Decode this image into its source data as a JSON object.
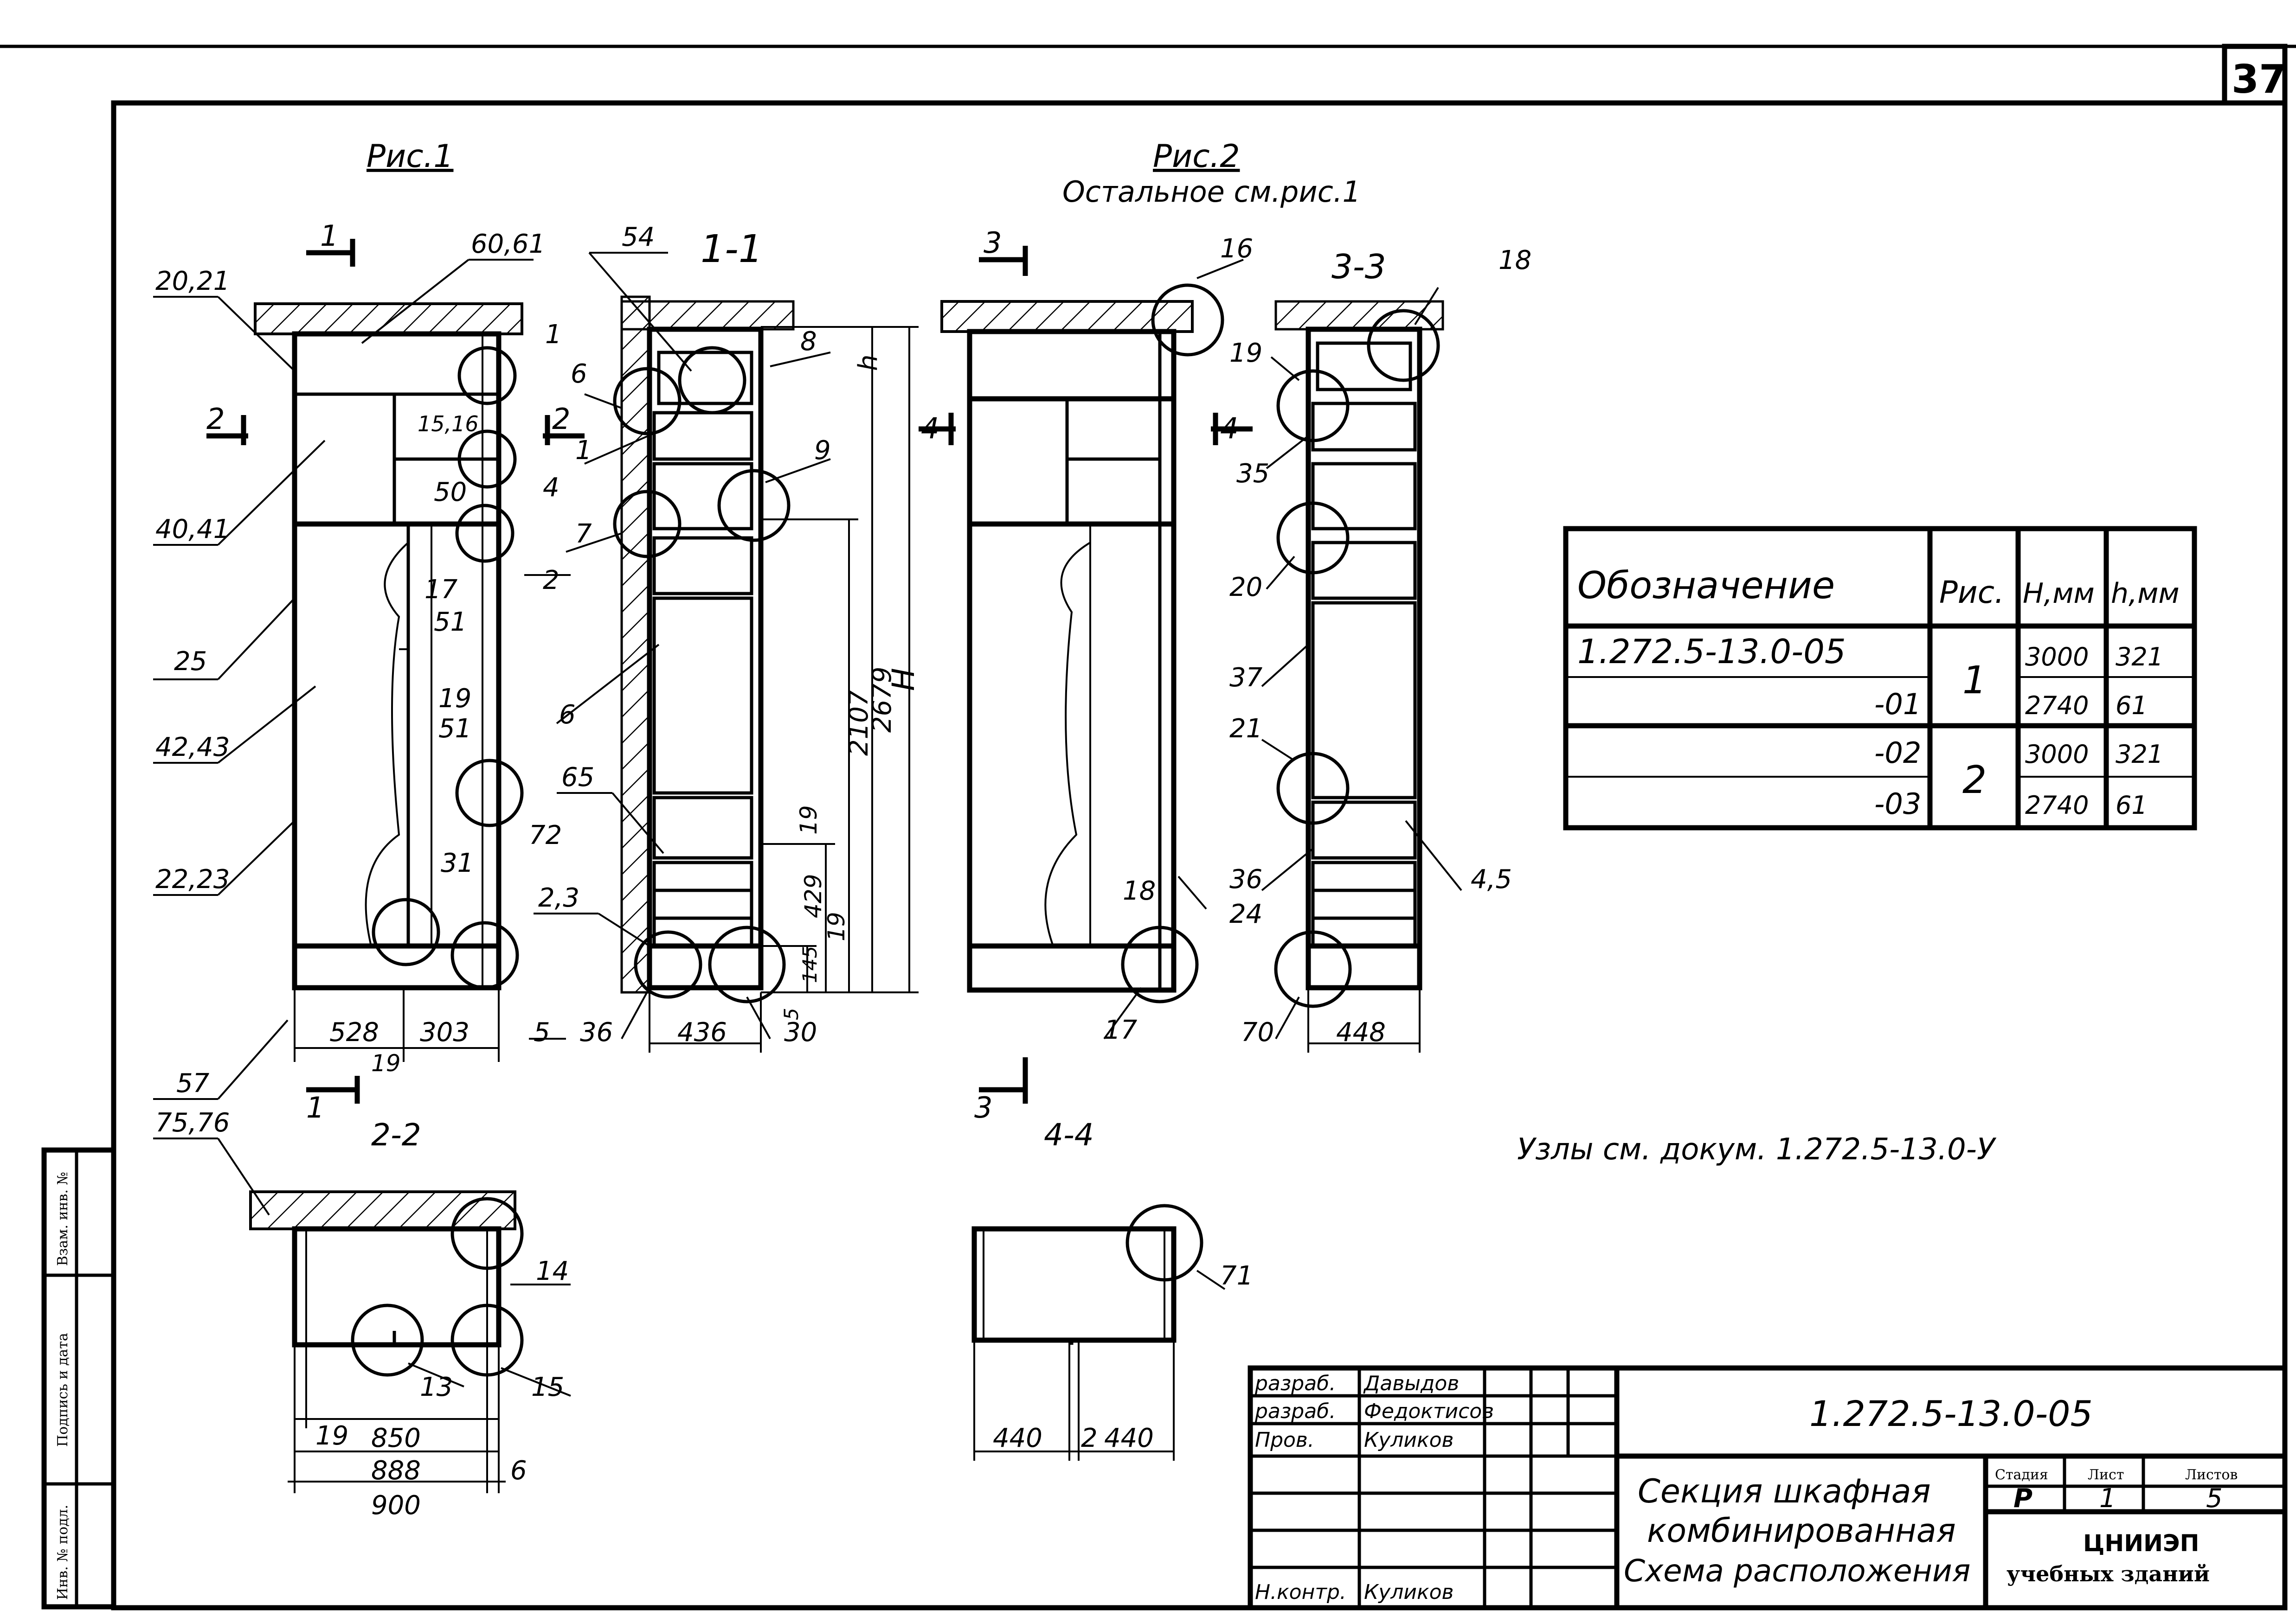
{
  "sheet": {
    "number": "37",
    "fig1_title": "Рис.1",
    "fig2_title": "Рис.2",
    "fig2_note": "Остальное см.рис.1",
    "nodes_note": "Узлы см. докум. 1.272.5-13.0-У"
  },
  "sections": {
    "s11": "1-1",
    "s22": "2-2",
    "s33": "3-3",
    "s44": "4-4",
    "cut1": "1",
    "cut2": "2",
    "cut3": "3",
    "cut4": "4"
  },
  "fig1_labels": {
    "l2021": "20,21",
    "l6061": "60,61",
    "l1": "1",
    "l1516": "15,16",
    "l50": "50",
    "l4": "4",
    "l4041": "40,41",
    "l2": "2",
    "l17": "17",
    "l51a": "51",
    "l25": "25",
    "l19": "19",
    "l51b": "51",
    "l4243": "42,43",
    "l72": "72",
    "l31": "31",
    "l2223": "22,23",
    "l5": "5",
    "l57": "57",
    "d528": "528",
    "d303": "303",
    "d19": "19"
  },
  "sec11_labels": {
    "l54": "54",
    "l8": "8",
    "l6a": "6",
    "l1": "1",
    "l9": "9",
    "l7": "7",
    "l6b": "6",
    "l65": "65",
    "l23": "2,3",
    "l36": "36",
    "l30": "30",
    "d436": "436",
    "dh": "h",
    "dH": "H",
    "d2107": "2107",
    "d2679": "2679",
    "d19a": "19",
    "d429": "429",
    "d19b": "19",
    "d145": "145",
    "d5": "5"
  },
  "fig2_labels": {
    "l16": "16",
    "l18": "18",
    "l17": "17",
    "l24": "24"
  },
  "sec33_labels": {
    "l18": "18",
    "l19": "19",
    "l35": "35",
    "l20": "20",
    "l37": "37",
    "l21": "21",
    "l36": "36",
    "l24": "24",
    "l45": "4,5",
    "l70": "70",
    "d448": "448"
  },
  "sec22_labels": {
    "l7576": "75,76",
    "l14": "14",
    "l13": "13",
    "l15": "15",
    "d19": "19",
    "d850": "850",
    "d888": "888",
    "d6": "6",
    "d900": "900"
  },
  "sec44_labels": {
    "l71": "71",
    "d440a": "440",
    "d2": "2",
    "d440b": "440"
  },
  "table": {
    "headers": [
      "Обозначение",
      "Рис.",
      "H,мм",
      "h,мм"
    ],
    "rows": [
      {
        "code": "1.272.5-13.0-05",
        "fig": "1",
        "H": "3000",
        "h": "321"
      },
      {
        "code": "-01",
        "fig": "",
        "H": "2740",
        "h": "61"
      },
      {
        "code": "-02",
        "fig": "2",
        "H": "3000",
        "h": "321"
      },
      {
        "code": "-03",
        "fig": "",
        "H": "2740",
        "h": "61"
      }
    ]
  },
  "side_stamp": {
    "f1": "Взам. инв. №",
    "f2": "Подпись и дата",
    "f3": "Инв. № подл."
  },
  "title_block": {
    "code": "1.272.5-13.0-05",
    "roles": [
      "разраб.",
      "разраб.",
      "Пров.",
      "",
      "",
      "Н.контр."
    ],
    "names": [
      "Давыдов",
      "Федоктисов",
      "Куликов",
      "",
      "",
      "Куликов"
    ],
    "title1": "Секция шкафная",
    "title2": "комбинированная",
    "title3": "Схема расположения",
    "stage_h": "Стадия",
    "sheet_h": "Лист",
    "sheets_h": "Листов",
    "stage": "Р",
    "sheet": "1",
    "sheets": "5",
    "org1": "ЦНИИЭП",
    "org2": "учебных зданий"
  }
}
